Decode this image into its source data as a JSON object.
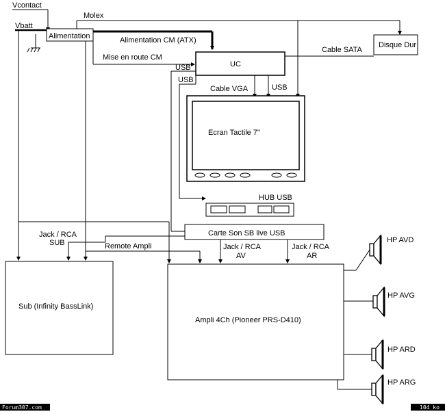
{
  "labels": {
    "vcontact": "Vcontact",
    "vbatt": "Vbatt",
    "molex": "Molex",
    "alimentation": "Alimentation",
    "alimentation_cm": "Alimentation CM (ATX)",
    "mise_en_route": "Mise en route CM",
    "uc": "UC",
    "cable_sata": "Cable SATA",
    "disque_dur": "Disque Dur",
    "usb_top": "USB",
    "usb_left": "USB",
    "cable_vga": "Cable VGA",
    "usb_screen": "USB",
    "ecran": "Ecran Tactile 7\"",
    "hub_usb": "HUB USB",
    "carte_son": "Carte Son SB live USB",
    "jack_sub_1": "Jack / RCA",
    "jack_sub_2": "SUB",
    "remote": "Remote Ampli",
    "jack_av_1": "Jack / RCA",
    "jack_av_2": "AV",
    "jack_ar_1": "Jack / RCA",
    "jack_ar_2": "AR",
    "sub": "Sub  (Infinity BassLink)",
    "ampli": "Ampli 4Ch  (Pioneer PRS-D410)",
    "hp_avd": "HP AVD",
    "hp_avg": "HP AVG",
    "hp_ard": "HP ARD",
    "hp_arg": "HP ARG"
  },
  "footer": {
    "left": "Forum307.com",
    "right": "104 ko"
  },
  "colors": {
    "line": "#000000",
    "footer_bg": "#000000",
    "footer_text": "#ffffff"
  }
}
